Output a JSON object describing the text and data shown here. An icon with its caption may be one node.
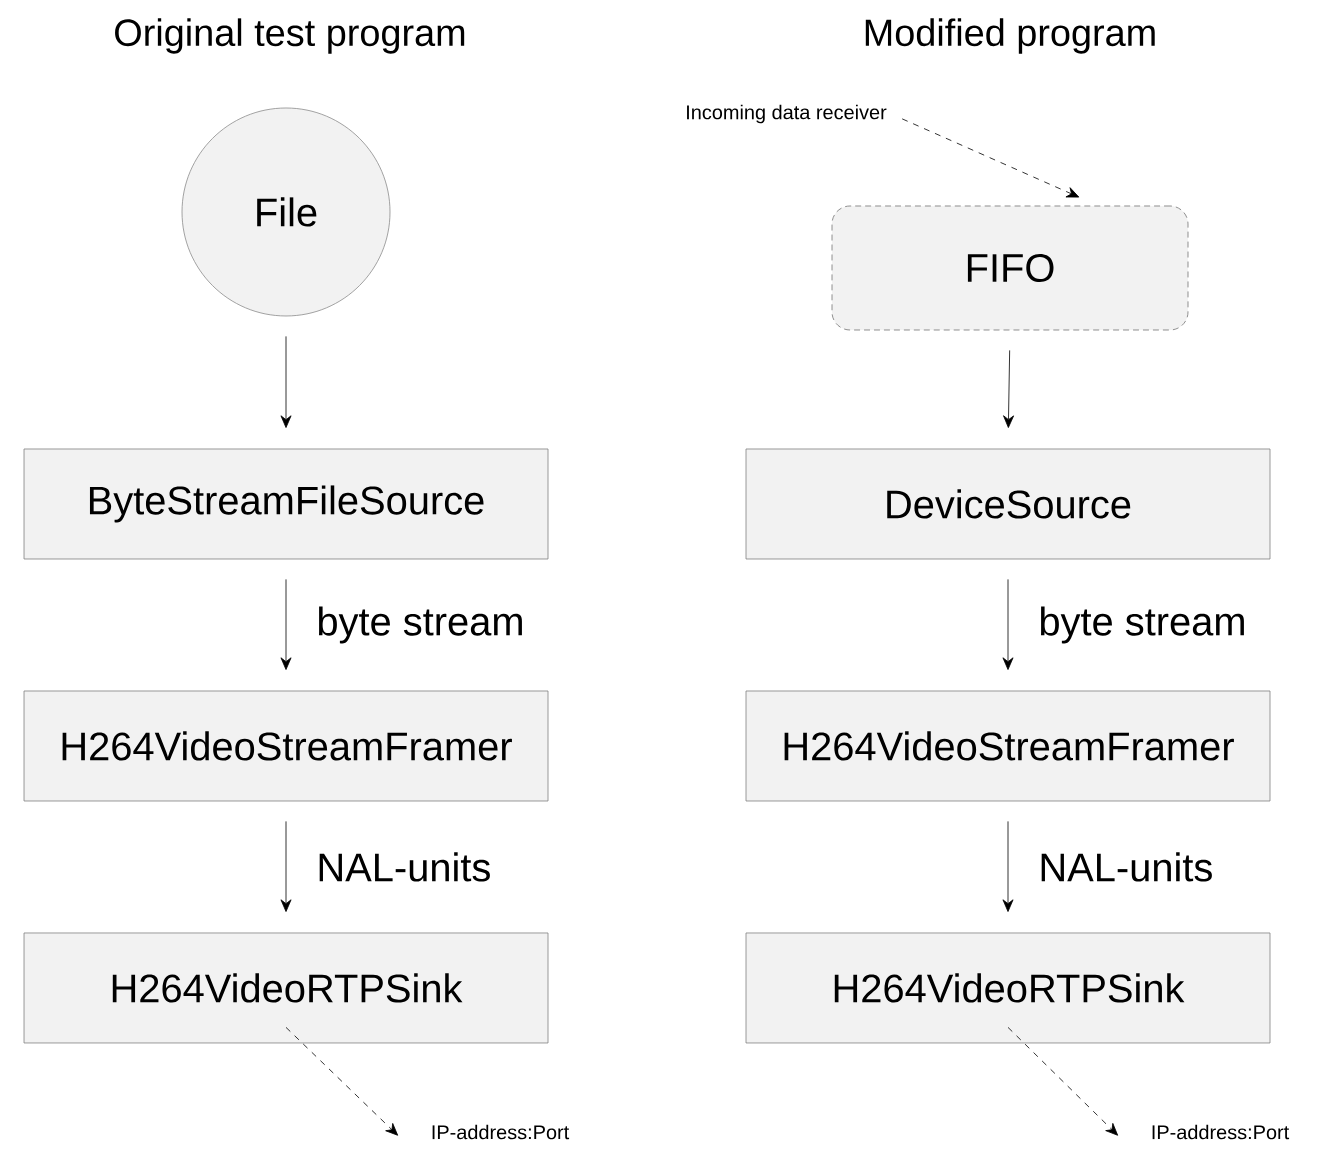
{
  "diagram": {
    "nodes": [
      {
        "text": [
          "File"
        ]
      },
      {
        "text": [
          "ByteStreamFileSource"
        ]
      },
      {
        "text": [
          "H264VideoStreamFramer"
        ]
      },
      {
        "text": [
          "H264VideoRTPSink"
        ]
      },
      {
        "text": [
          "IP-address:Port"
        ]
      },
      {
        "text": [
          "Incoming data receiver"
        ]
      },
      {
        "text": [
          "FIFO"
        ]
      },
      {
        "text": [
          "DeviceSource"
        ]
      },
      {
        "text": [
          "H264VideoStreamFramer"
        ]
      },
      {
        "text": [
          "H264VideoRTPSink"
        ]
      },
      {
        "text": [
          "IP-address:Port"
        ]
      }
    ],
    "edges": [
      {
        "from": 0,
        "to": 1,
        "arrow": "to"
      },
      {
        "from": 1,
        "to": 2,
        "arrow": "to",
        "label": "byte stream"
      },
      {
        "from": 2,
        "to": 3,
        "arrow": "to",
        "label": "NAL-units"
      },
      {
        "from": 3,
        "to": 4,
        "arrow": "to",
        "style": "dashed"
      },
      {
        "from": 5,
        "to": 6,
        "arrow": "to",
        "style": "dashed"
      },
      {
        "from": 6,
        "to": 7,
        "arrow": "to"
      },
      {
        "from": 7,
        "to": 8,
        "arrow": "to",
        "label": "byte stream"
      },
      {
        "from": 8,
        "to": 9,
        "arrow": "to",
        "label": "NAL-units"
      },
      {
        "from": 9,
        "to": 10,
        "arrow": "to",
        "style": "dashed"
      }
    ],
    "labels": [
      "Original test program",
      "Modified program"
    ]
  }
}
